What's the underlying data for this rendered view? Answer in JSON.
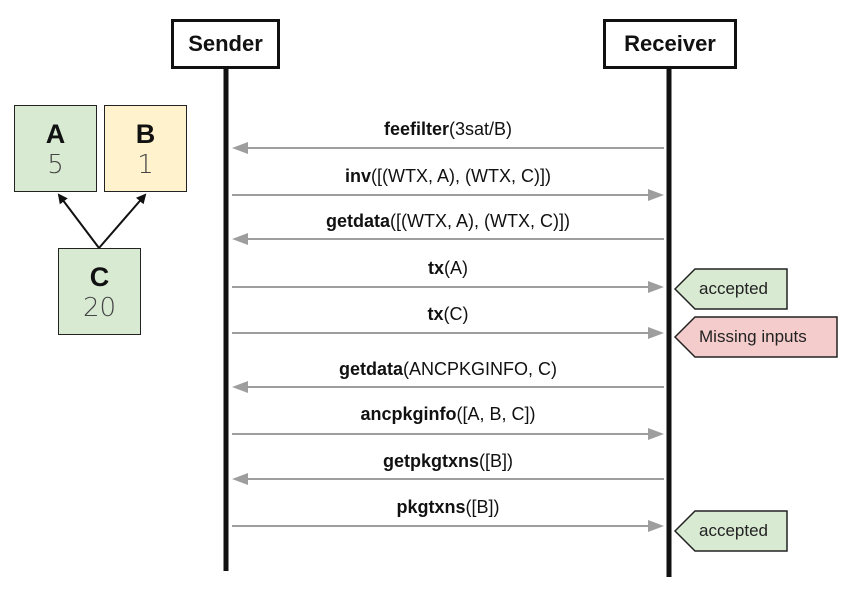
{
  "actors": {
    "sender": "Sender",
    "receiver": "Receiver"
  },
  "transactions": [
    {
      "name": "A",
      "fee": "5",
      "color": "#d9ead3"
    },
    {
      "name": "B",
      "fee": "1",
      "color": "#fff2cc"
    },
    {
      "name": "C",
      "fee": "20",
      "color": "#d9ead3"
    }
  ],
  "messages": [
    {
      "command": "feefilter",
      "args": "(3sat/B)",
      "direction": "to-sender"
    },
    {
      "command": "inv",
      "args": "([(WTX, A), (WTX, C)])",
      "direction": "to-receiver"
    },
    {
      "command": "getdata",
      "args": "([(WTX, A), (WTX, C)])",
      "direction": "to-sender"
    },
    {
      "command": "tx",
      "args": "(A)",
      "direction": "to-receiver"
    },
    {
      "command": "tx",
      "args": "(C)",
      "direction": "to-receiver"
    },
    {
      "command": "getdata",
      "args": "(ANCPKGINFO, C)",
      "direction": "to-sender"
    },
    {
      "command": "ancpkginfo",
      "args": "([A, B, C])",
      "direction": "to-receiver"
    },
    {
      "command": "getpkgtxns",
      "args": "([B])",
      "direction": "to-sender"
    },
    {
      "command": "pkgtxns",
      "args": "([B])",
      "direction": "to-receiver"
    }
  ],
  "statuses": [
    {
      "label": "accepted",
      "color": "#d9ead3"
    },
    {
      "label": "Missing inputs",
      "color": "#f4cccc"
    },
    {
      "label": "accepted",
      "color": "#d9ead3"
    }
  ],
  "colors": {
    "arrow": "#9e9e9e",
    "lifeline": "#111111"
  }
}
